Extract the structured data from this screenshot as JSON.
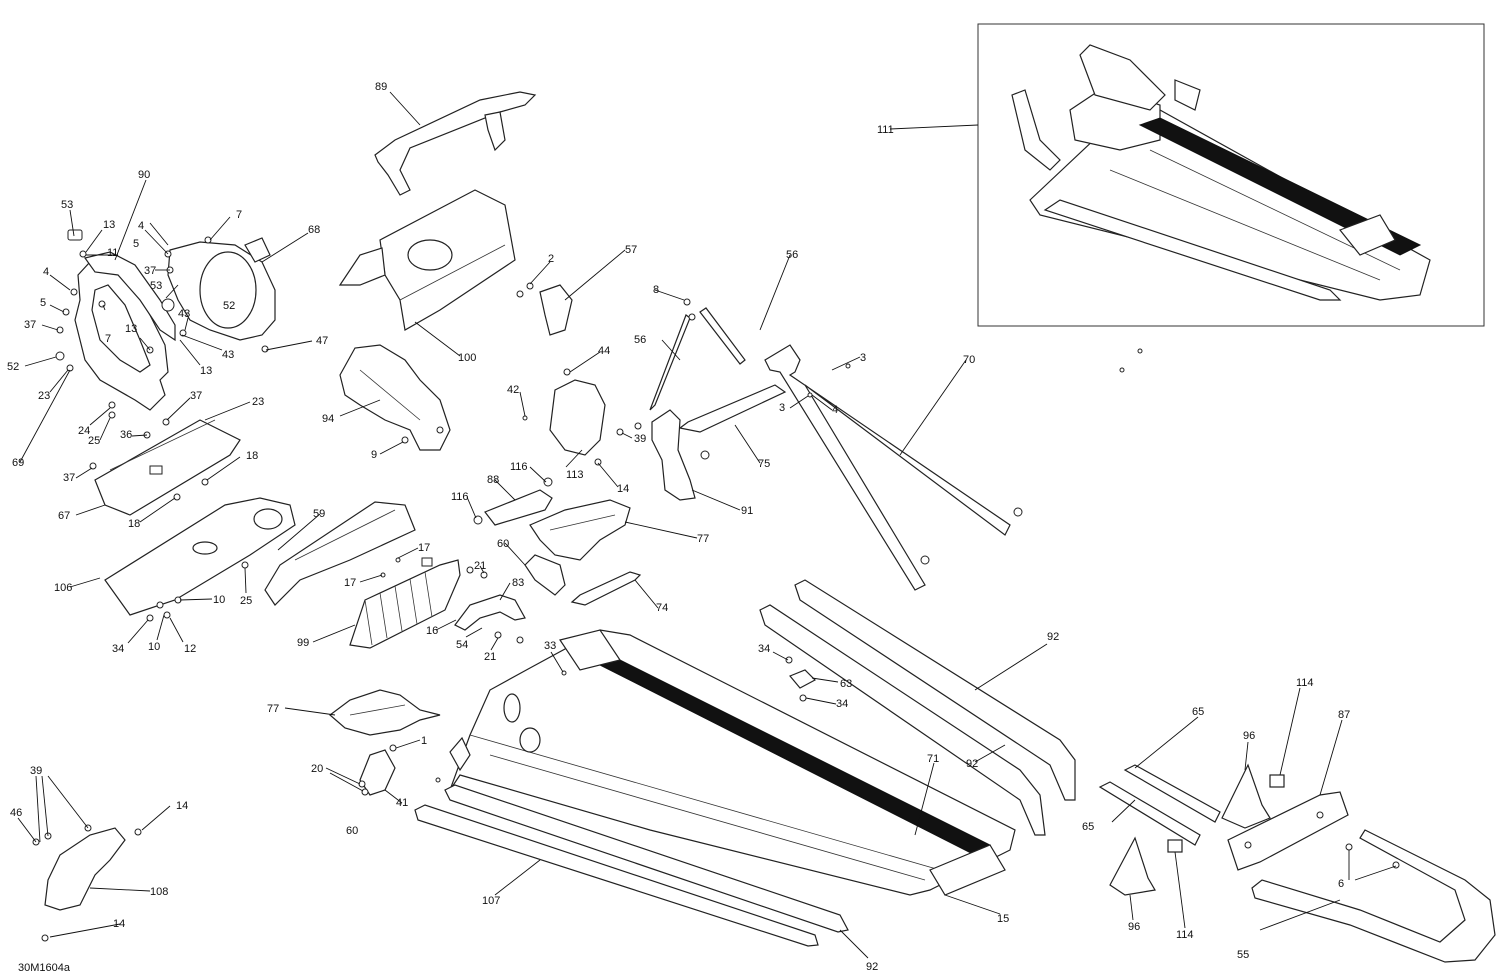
{
  "drawing_code": "30M1604a",
  "callouts": [
    {
      "id": "c89",
      "text": "89"
    },
    {
      "id": "c90",
      "text": "90"
    },
    {
      "id": "c53a",
      "text": "53"
    },
    {
      "id": "c13a",
      "text": "13"
    },
    {
      "id": "c7a",
      "text": "7"
    },
    {
      "id": "c4a",
      "text": "4"
    },
    {
      "id": "c11",
      "text": "11"
    },
    {
      "id": "c5a",
      "text": "5"
    },
    {
      "id": "c68",
      "text": "68"
    },
    {
      "id": "c4b",
      "text": "4"
    },
    {
      "id": "c37a",
      "text": "37"
    },
    {
      "id": "c53b",
      "text": "53"
    },
    {
      "id": "c52a",
      "text": "52"
    },
    {
      "id": "c5b",
      "text": "5"
    },
    {
      "id": "c43a",
      "text": "43"
    },
    {
      "id": "c37b",
      "text": "37"
    },
    {
      "id": "c13b",
      "text": "13"
    },
    {
      "id": "c7b",
      "text": "7"
    },
    {
      "id": "c43b",
      "text": "43"
    },
    {
      "id": "c47",
      "text": "47"
    },
    {
      "id": "c52b",
      "text": "52"
    },
    {
      "id": "c13c",
      "text": "13"
    },
    {
      "id": "c23a",
      "text": "23"
    },
    {
      "id": "c37c",
      "text": "37"
    },
    {
      "id": "c23b",
      "text": "23"
    },
    {
      "id": "c24",
      "text": "24"
    },
    {
      "id": "c25a",
      "text": "25"
    },
    {
      "id": "c36",
      "text": "36"
    },
    {
      "id": "c69",
      "text": "69"
    },
    {
      "id": "c18a",
      "text": "18"
    },
    {
      "id": "c37d",
      "text": "37"
    },
    {
      "id": "c67",
      "text": "67"
    },
    {
      "id": "c18b",
      "text": "18"
    },
    {
      "id": "c2",
      "text": "2"
    },
    {
      "id": "c57",
      "text": "57"
    },
    {
      "id": "c100",
      "text": "100"
    },
    {
      "id": "c94",
      "text": "94"
    },
    {
      "id": "c9",
      "text": "9"
    },
    {
      "id": "c44",
      "text": "44"
    },
    {
      "id": "c42",
      "text": "42"
    },
    {
      "id": "c39a",
      "text": "39"
    },
    {
      "id": "c113",
      "text": "113"
    },
    {
      "id": "c116a",
      "text": "116"
    },
    {
      "id": "c14a",
      "text": "14"
    },
    {
      "id": "c88",
      "text": "88"
    },
    {
      "id": "c116b",
      "text": "116"
    },
    {
      "id": "c56a",
      "text": "56"
    },
    {
      "id": "c8",
      "text": "8"
    },
    {
      "id": "c56b",
      "text": "56"
    },
    {
      "id": "c3a",
      "text": "3"
    },
    {
      "id": "c3b",
      "text": "3"
    },
    {
      "id": "c4c",
      "text": "4"
    },
    {
      "id": "c70",
      "text": "70"
    },
    {
      "id": "c75",
      "text": "75"
    },
    {
      "id": "c91",
      "text": "91"
    },
    {
      "id": "c77a",
      "text": "77"
    },
    {
      "id": "c111",
      "text": "111"
    },
    {
      "id": "c59",
      "text": "59"
    },
    {
      "id": "c106",
      "text": "106"
    },
    {
      "id": "c17a",
      "text": "17"
    },
    {
      "id": "c17b",
      "text": "17"
    },
    {
      "id": "c25b",
      "text": "25"
    },
    {
      "id": "c60a",
      "text": "60"
    },
    {
      "id": "c21a",
      "text": "21"
    },
    {
      "id": "c83",
      "text": "83"
    },
    {
      "id": "c74",
      "text": "74"
    },
    {
      "id": "c10a",
      "text": "10"
    },
    {
      "id": "c10b",
      "text": "10"
    },
    {
      "id": "c34a",
      "text": "34"
    },
    {
      "id": "c12",
      "text": "12"
    },
    {
      "id": "c99",
      "text": "99"
    },
    {
      "id": "c16",
      "text": "16"
    },
    {
      "id": "c54",
      "text": "54"
    },
    {
      "id": "c21b",
      "text": "21"
    },
    {
      "id": "c33",
      "text": "33"
    },
    {
      "id": "c92a",
      "text": "92"
    },
    {
      "id": "c34b",
      "text": "34"
    },
    {
      "id": "c63",
      "text": "63"
    },
    {
      "id": "c34c",
      "text": "34"
    },
    {
      "id": "c77b",
      "text": "77"
    },
    {
      "id": "c1",
      "text": "1"
    },
    {
      "id": "c20",
      "text": "20"
    },
    {
      "id": "c41",
      "text": "41"
    },
    {
      "id": "c60b",
      "text": "60"
    },
    {
      "id": "c71",
      "text": "71"
    },
    {
      "id": "c92b",
      "text": "92"
    },
    {
      "id": "c65a",
      "text": "65"
    },
    {
      "id": "c65b",
      "text": "65"
    },
    {
      "id": "c114a",
      "text": "114"
    },
    {
      "id": "c96a",
      "text": "96"
    },
    {
      "id": "c87",
      "text": "87"
    },
    {
      "id": "c39b",
      "text": "39"
    },
    {
      "id": "c14b",
      "text": "14"
    },
    {
      "id": "c46",
      "text": "46"
    },
    {
      "id": "c108",
      "text": "108"
    },
    {
      "id": "c14c",
      "text": "14"
    },
    {
      "id": "c107",
      "text": "107"
    },
    {
      "id": "c15",
      "text": "15"
    },
    {
      "id": "c6",
      "text": "6"
    },
    {
      "id": "c96b",
      "text": "96"
    },
    {
      "id": "c114b",
      "text": "114"
    },
    {
      "id": "c55",
      "text": "55"
    },
    {
      "id": "c92c",
      "text": "92"
    }
  ]
}
